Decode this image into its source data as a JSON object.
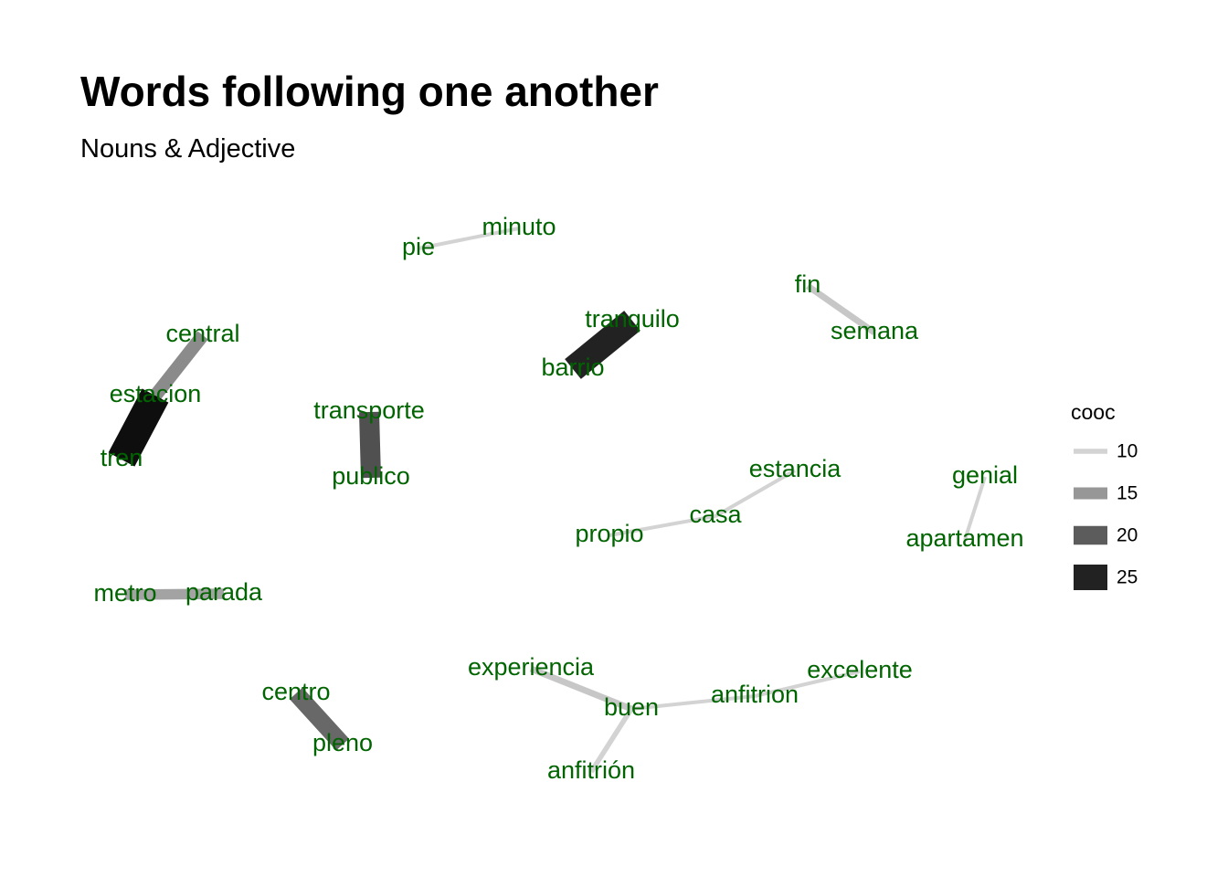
{
  "header": {
    "title": "Words following one another",
    "subtitle": "Nouns & Adjective"
  },
  "colors": {
    "label": "#006400",
    "edge_scale": [
      {
        "value": 10,
        "color": "#d3d3d3"
      },
      {
        "value": 15,
        "color": "#979797"
      },
      {
        "value": 20,
        "color": "#5c5c5c"
      },
      {
        "value": 25,
        "color": "#222222"
      }
    ]
  },
  "legend": {
    "title": "cooc",
    "entries": [
      {
        "label": "10",
        "value": 10
      },
      {
        "label": "15",
        "value": 15
      },
      {
        "label": "20",
        "value": 20
      },
      {
        "label": "25",
        "value": 25
      }
    ]
  },
  "graph": {
    "nodes": [
      {
        "id": "minuto",
        "label": "minuto"
      },
      {
        "id": "pie",
        "label": "pie"
      },
      {
        "id": "fin",
        "label": "fin"
      },
      {
        "id": "semana",
        "label": "semana"
      },
      {
        "id": "tranquilo",
        "label": "tranquilo"
      },
      {
        "id": "barrio",
        "label": "barrio"
      },
      {
        "id": "central",
        "label": "central"
      },
      {
        "id": "estacion",
        "label": "estacion"
      },
      {
        "id": "tren",
        "label": "tren"
      },
      {
        "id": "transporte",
        "label": "transporte"
      },
      {
        "id": "publico",
        "label": "publico"
      },
      {
        "id": "estancia",
        "label": "estancia"
      },
      {
        "id": "casa",
        "label": "casa"
      },
      {
        "id": "propio",
        "label": "propio"
      },
      {
        "id": "genial",
        "label": "genial"
      },
      {
        "id": "apartamen",
        "label": "apartamen"
      },
      {
        "id": "metro",
        "label": "metro"
      },
      {
        "id": "parada",
        "label": "parada"
      },
      {
        "id": "experiencia",
        "label": "experiencia"
      },
      {
        "id": "buen",
        "label": "buen"
      },
      {
        "id": "anfitrion",
        "label": "anfitrion"
      },
      {
        "id": "excelente",
        "label": "excelente"
      },
      {
        "id": "anfitrión",
        "label": "anfitrión"
      },
      {
        "id": "centro",
        "label": "centro"
      },
      {
        "id": "pleno",
        "label": "pleno"
      }
    ],
    "edges": [
      {
        "from": "pie",
        "to": "minuto",
        "cooc": 9
      },
      {
        "from": "fin",
        "to": "semana",
        "cooc": 11
      },
      {
        "from": "barrio",
        "to": "tranquilo",
        "cooc": 25
      },
      {
        "from": "estacion",
        "to": "central",
        "cooc": 16
      },
      {
        "from": "tren",
        "to": "estacion",
        "cooc": 28
      },
      {
        "from": "transporte",
        "to": "publico",
        "cooc": 21
      },
      {
        "from": "casa",
        "to": "estancia",
        "cooc": 9
      },
      {
        "from": "propio",
        "to": "casa",
        "cooc": 9
      },
      {
        "from": "genial",
        "to": "apartamen",
        "cooc": 9
      },
      {
        "from": "metro",
        "to": "parada",
        "cooc": 14
      },
      {
        "from": "experiencia",
        "to": "buen",
        "cooc": 11
      },
      {
        "from": "buen",
        "to": "anfitrion",
        "cooc": 9
      },
      {
        "from": "anfitrion",
        "to": "excelente",
        "cooc": 9
      },
      {
        "from": "buen",
        "to": "anfitrión",
        "cooc": 10
      },
      {
        "from": "centro",
        "to": "pleno",
        "cooc": 19
      }
    ]
  }
}
